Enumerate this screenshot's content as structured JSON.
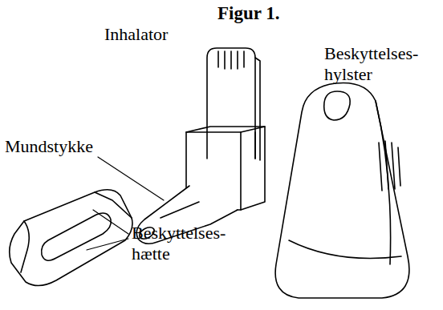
{
  "diagram": {
    "title": "Figur 1.",
    "labels": [
      "Inhalator",
      "Beskyttelses- hylster",
      "Mundstykke",
      "Beskyttelses- hætte"
    ]
  }
}
